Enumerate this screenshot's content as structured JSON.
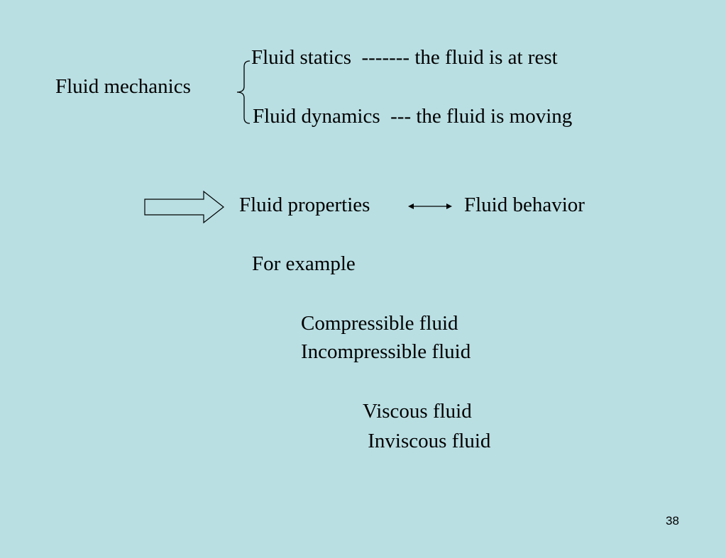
{
  "lines": {
    "fluid_mechanics": "Fluid mechanics",
    "fluid_statics": "Fluid statics  ------- the fluid is at rest",
    "fluid_dynamics": "Fluid dynamics  --- the fluid is moving",
    "fluid_properties": "Fluid properties",
    "fluid_behavior": "Fluid behavior",
    "for_example": "For example",
    "compressible": "Compressible fluid",
    "incompressible": "Incompressible fluid",
    "viscous": "Viscous fluid",
    "inviscous": " Inviscous fluid"
  },
  "page_number": "38",
  "icons": {
    "brace": "left-curly-brace-icon",
    "block_arrow": "right-block-arrow-icon",
    "double_arrow": "double-headed-arrow-icon"
  },
  "colors": {
    "background": "#b9dfe3",
    "text": "#000000"
  }
}
